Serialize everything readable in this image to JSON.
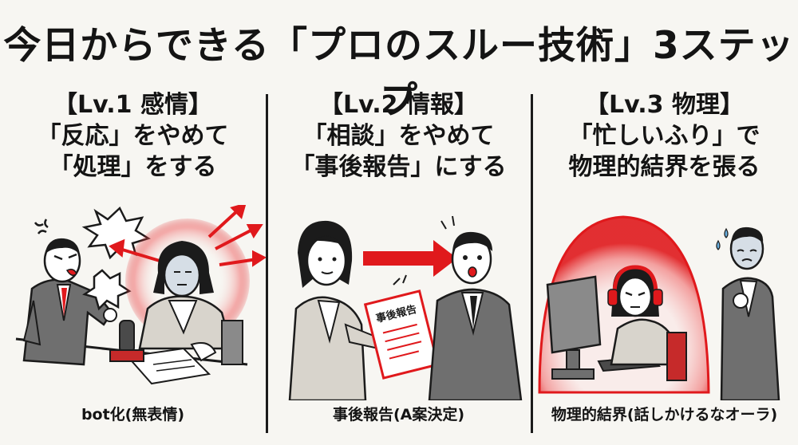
{
  "title": "今日からできる「プロのスルー技術」3ステップ",
  "panels": [
    {
      "level": "【Lv.1 感情】",
      "line1": "「反応」をやめて",
      "line2": "「処理」をする",
      "caption": "bot化(無表情)"
    },
    {
      "level": "【Lv.2 情報】",
      "line1": "「相談」をやめて",
      "line2": "「事後報告」にする",
      "caption": "事後報告(A案決定)",
      "paper_label": "事後報告"
    },
    {
      "level": "【Lv.3 物理】",
      "line1": "「忙しいふり」で",
      "line2": "物理的結界を張る",
      "caption": "物理的結界(話しかけるなオーラ)"
    }
  ],
  "colors": {
    "accent": "#e0191c",
    "glow": "#f28b8b",
    "suit": "#6f6f6f",
    "background": "#f7f6f2"
  }
}
